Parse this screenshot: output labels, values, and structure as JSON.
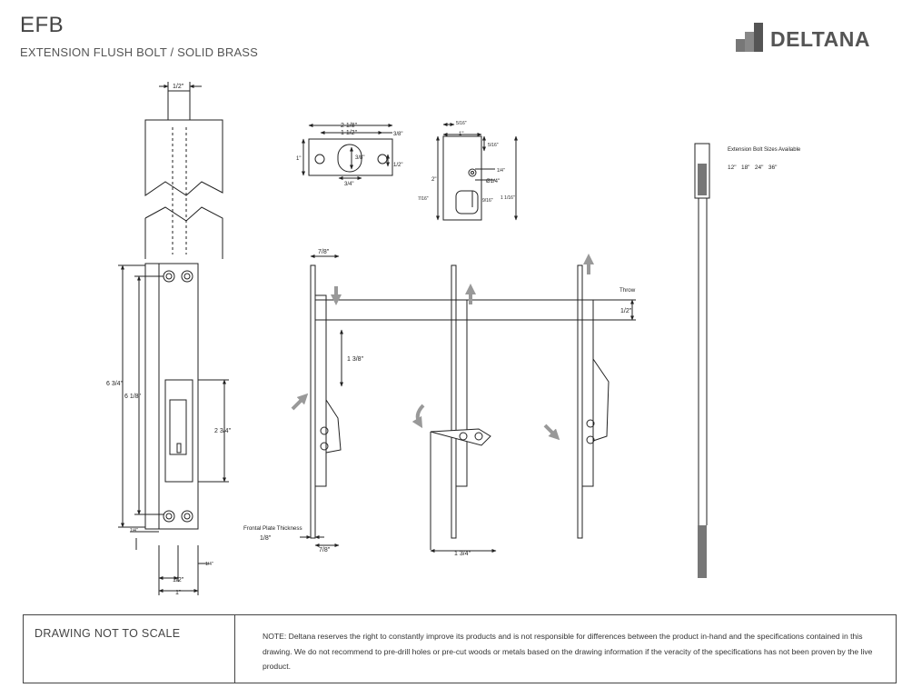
{
  "header": {
    "code": "EFB",
    "subtitle": "EXTENSION FLUSH BOLT / SOLID BRASS",
    "brand": "DELTANA",
    "logo_color": "#555555"
  },
  "dimensions": {
    "side_width": "1/2\"",
    "overall_length": "6 3/4\"",
    "hole_spacing": "6 1/8\"",
    "slot_length": "2 3/4\"",
    "bottom_offset": "1/4\"",
    "edge_quarter": "1/4\"",
    "base_half": "1/2\"",
    "base_width": "1\"",
    "strike_overall": "2 1/8\"",
    "strike_inner": "1 1/2\"",
    "strike_right": "3/8\"",
    "strike_height": "1\"",
    "strike_slot": "3/8\"",
    "strike_edge": "1/2\"",
    "strike_bottom": "3/4\"",
    "small_top": "5/16\"",
    "small_width": "1\"",
    "small_right": "5/16\"",
    "small_left": "2\"",
    "small_hole_off": "1/4\"",
    "small_dia": "Ø1/4\"",
    "small_lower": "7/16\"",
    "small_inner": "9/16\"",
    "small_right2": "1 1/16\"",
    "plate_top": "7/8\"",
    "throw_len": "1 3/8\"",
    "plate_bottom": "7/8\"",
    "plate_thickness": "1/8\"",
    "swing_len": "1 3/4\"",
    "throw_value": "1/2\""
  },
  "labels": {
    "throw": "Throw",
    "frontal_plate": "Frontal Plate Thickness",
    "ext_sizes_title": "Extension Bolt Sizes Available",
    "ext_sizes": "12\"   18\"   24\"   36\""
  },
  "footer": {
    "left": "DRAWING NOT TO SCALE",
    "note_lead": "NOTE:",
    "note": "Deltana reserves the right to constantly improve its products and is not responsible for differences between the product in-hand and the specifications contained in this drawing. We do not recommend to pre-drill holes or pre-cut woods or metals based on the drawing information if the veracity of the specifications has not been proven by the live product."
  }
}
